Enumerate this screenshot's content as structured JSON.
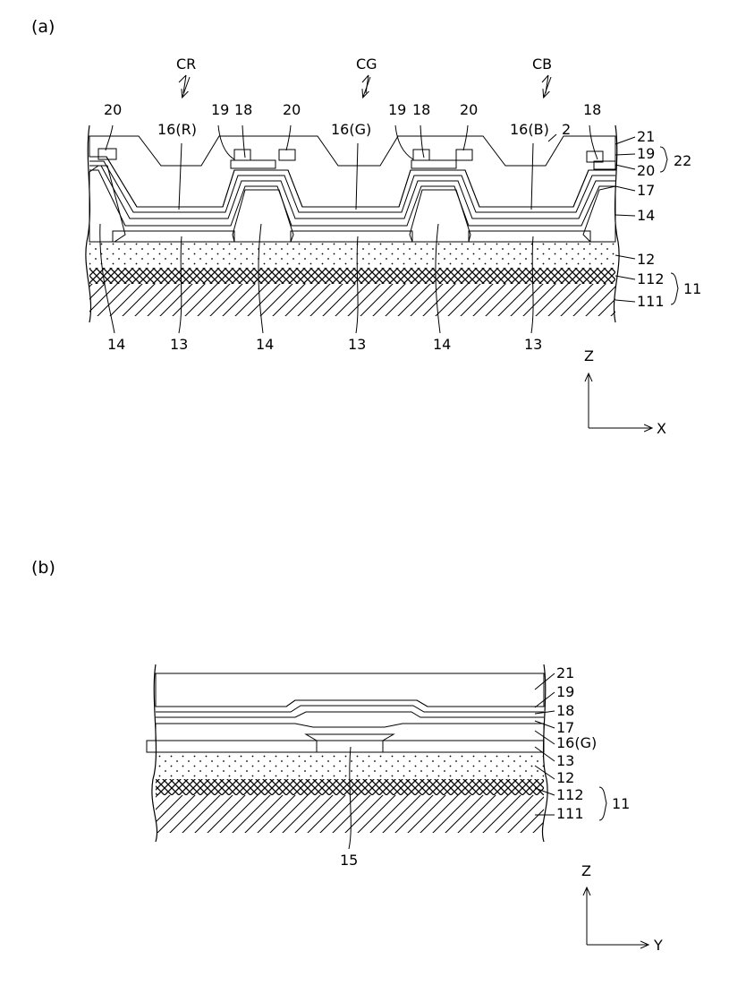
{
  "figure_a": {
    "panel_label": "(a)",
    "cell_labels": {
      "red": "CR",
      "green": "CG",
      "blue": "CB"
    },
    "layer_labels": {
      "l21": "21",
      "l19": "19",
      "l20": "20",
      "l17": "17",
      "l14": "14",
      "l12": "12",
      "l112": "112",
      "l111": "111",
      "group22": "22",
      "group11": "11",
      "l2": "2"
    },
    "top_labels": {
      "t20a": "20",
      "t16r": "16(R)",
      "t19a": "19",
      "t18a": "18",
      "t20b": "20",
      "t16g": "16(G)",
      "t19b": "19",
      "t18b": "18",
      "t20c": "20",
      "t16b": "16(B)",
      "t18c": "18"
    },
    "bottom_labels": {
      "b14a": "14",
      "b13a": "13",
      "b14b": "14",
      "b13b": "13",
      "b14c": "14",
      "b13c": "13"
    },
    "axes": {
      "vertical": "Z",
      "horizontal": "X"
    }
  },
  "figure_b": {
    "panel_label": "(b)",
    "layer_labels": {
      "l21": "21",
      "l19": "19",
      "l18": "18",
      "l17": "17",
      "l16": "16(G)",
      "l13": "13",
      "l12": "12",
      "l112": "112",
      "l111": "111",
      "group11": "11"
    },
    "bottom_label": "15",
    "axes": {
      "vertical": "Z",
      "horizontal": "Y"
    }
  },
  "colors": {
    "ink": "#000000",
    "background": "#ffffff"
  }
}
